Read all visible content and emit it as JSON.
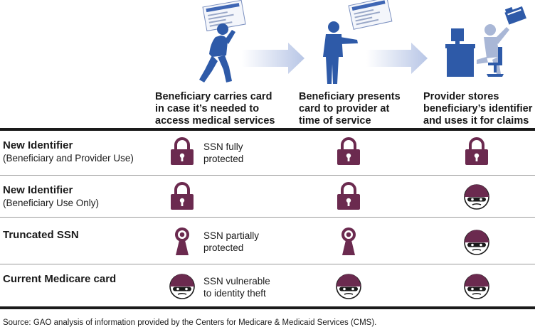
{
  "stages": [
    {
      "lines": [
        "Beneficiary carries card",
        "in case it’s needed to",
        "access medical services"
      ],
      "icon": "walking-person-with-card-icon"
    },
    {
      "lines": [
        "Beneficiary presents",
        "card to provider at",
        "time of service"
      ],
      "icon": "person-presenting-card-icon"
    },
    {
      "lines": [
        "Provider stores",
        "beneficiary’s identifier",
        "and uses it for claims"
      ],
      "icon": "provider-at-desk-icon"
    }
  ],
  "rows": [
    {
      "title": "New Identifier",
      "subtitle": "(Beneficiary and Provider Use)",
      "legend": [
        "SSN fully",
        "protected"
      ],
      "statuses": [
        "locked",
        "locked",
        "locked"
      ]
    },
    {
      "title": "New Identifier",
      "subtitle": "(Beneficiary Use Only)",
      "legend": [],
      "statuses": [
        "locked",
        "locked",
        "thief"
      ]
    },
    {
      "title": "Truncated SSN",
      "subtitle": "",
      "legend": [
        "SSN partially",
        "protected"
      ],
      "statuses": [
        "keyhole",
        "keyhole",
        "thief"
      ]
    },
    {
      "title": "Current Medicare card",
      "subtitle": "",
      "legend": [
        "SSN vulnerable",
        "to identity theft"
      ],
      "statuses": [
        "thief",
        "thief",
        "thief"
      ]
    }
  ],
  "source": "Source: GAO analysis of information provided by the Centers for Medicare & Medicaid Services (CMS).",
  "colors": {
    "lock": "#6b2a4f",
    "figure": "#2e5aa8",
    "figure_light": "#a9b7d6",
    "arrow": "#c8d3ea",
    "text": "#1a1a1a",
    "rule": "#9a9a9a"
  }
}
